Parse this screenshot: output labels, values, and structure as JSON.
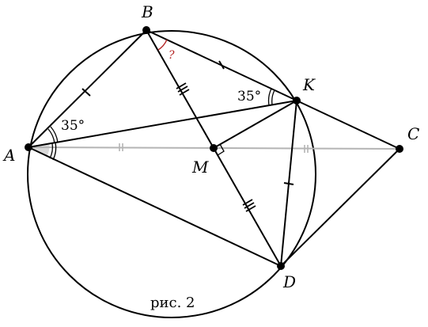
{
  "figure": {
    "points": {
      "A": "A",
      "B": "B",
      "K": "K",
      "C": "C",
      "M": "M",
      "D": "D"
    },
    "angle_bak": "35°",
    "angle_bka": "35°",
    "unknown_angle": "?",
    "caption": "рис. 2"
  },
  "colors": {
    "ink": "#000000",
    "median": "#b4b4b4",
    "unknown_angle": "#b22222",
    "angle_fill": "#d9d9d9"
  }
}
